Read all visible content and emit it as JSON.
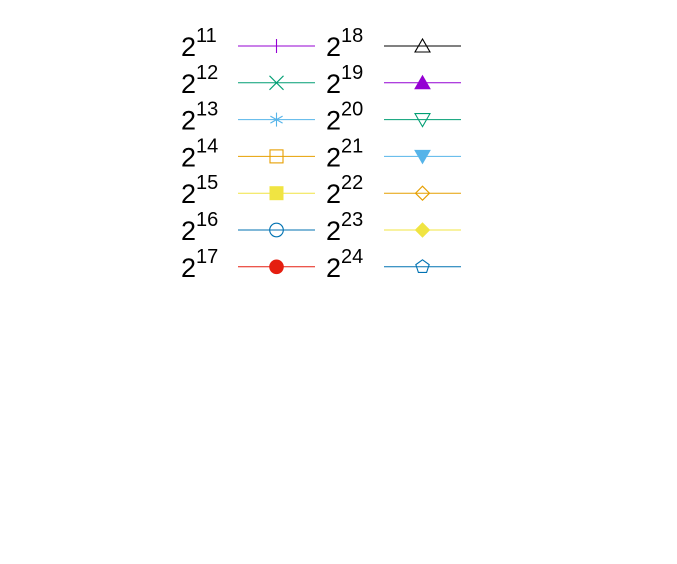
{
  "chart_data": {
    "type": "line",
    "legend": {
      "placement": "top-center",
      "columns": 2,
      "entries": [
        {
          "base": "2",
          "exponent": "11",
          "color": "#9400d3",
          "marker": "vertical-bar"
        },
        {
          "base": "2",
          "exponent": "12",
          "color": "#009e73",
          "marker": "cross"
        },
        {
          "base": "2",
          "exponent": "13",
          "color": "#56b4e9",
          "marker": "asterisk"
        },
        {
          "base": "2",
          "exponent": "14",
          "color": "#e69f00",
          "marker": "open-square"
        },
        {
          "base": "2",
          "exponent": "15",
          "color": "#f0e442",
          "marker": "filled-square"
        },
        {
          "base": "2",
          "exponent": "16",
          "color": "#0072b2",
          "marker": "open-circle"
        },
        {
          "base": "2",
          "exponent": "17",
          "color": "#e51e10",
          "marker": "filled-circle"
        },
        {
          "base": "2",
          "exponent": "18",
          "color": "#000000",
          "marker": "open-triangle-up"
        },
        {
          "base": "2",
          "exponent": "19",
          "color": "#9400d3",
          "marker": "filled-triangle-up"
        },
        {
          "base": "2",
          "exponent": "20",
          "color": "#009e73",
          "marker": "open-triangle-down"
        },
        {
          "base": "2",
          "exponent": "21",
          "color": "#56b4e9",
          "marker": "filled-triangle-down"
        },
        {
          "base": "2",
          "exponent": "22",
          "color": "#e69f00",
          "marker": "open-diamond"
        },
        {
          "base": "2",
          "exponent": "23",
          "color": "#f0e442",
          "marker": "filled-diamond"
        },
        {
          "base": "2",
          "exponent": "24",
          "color": "#0072b2",
          "marker": "open-pentagon"
        }
      ]
    }
  }
}
